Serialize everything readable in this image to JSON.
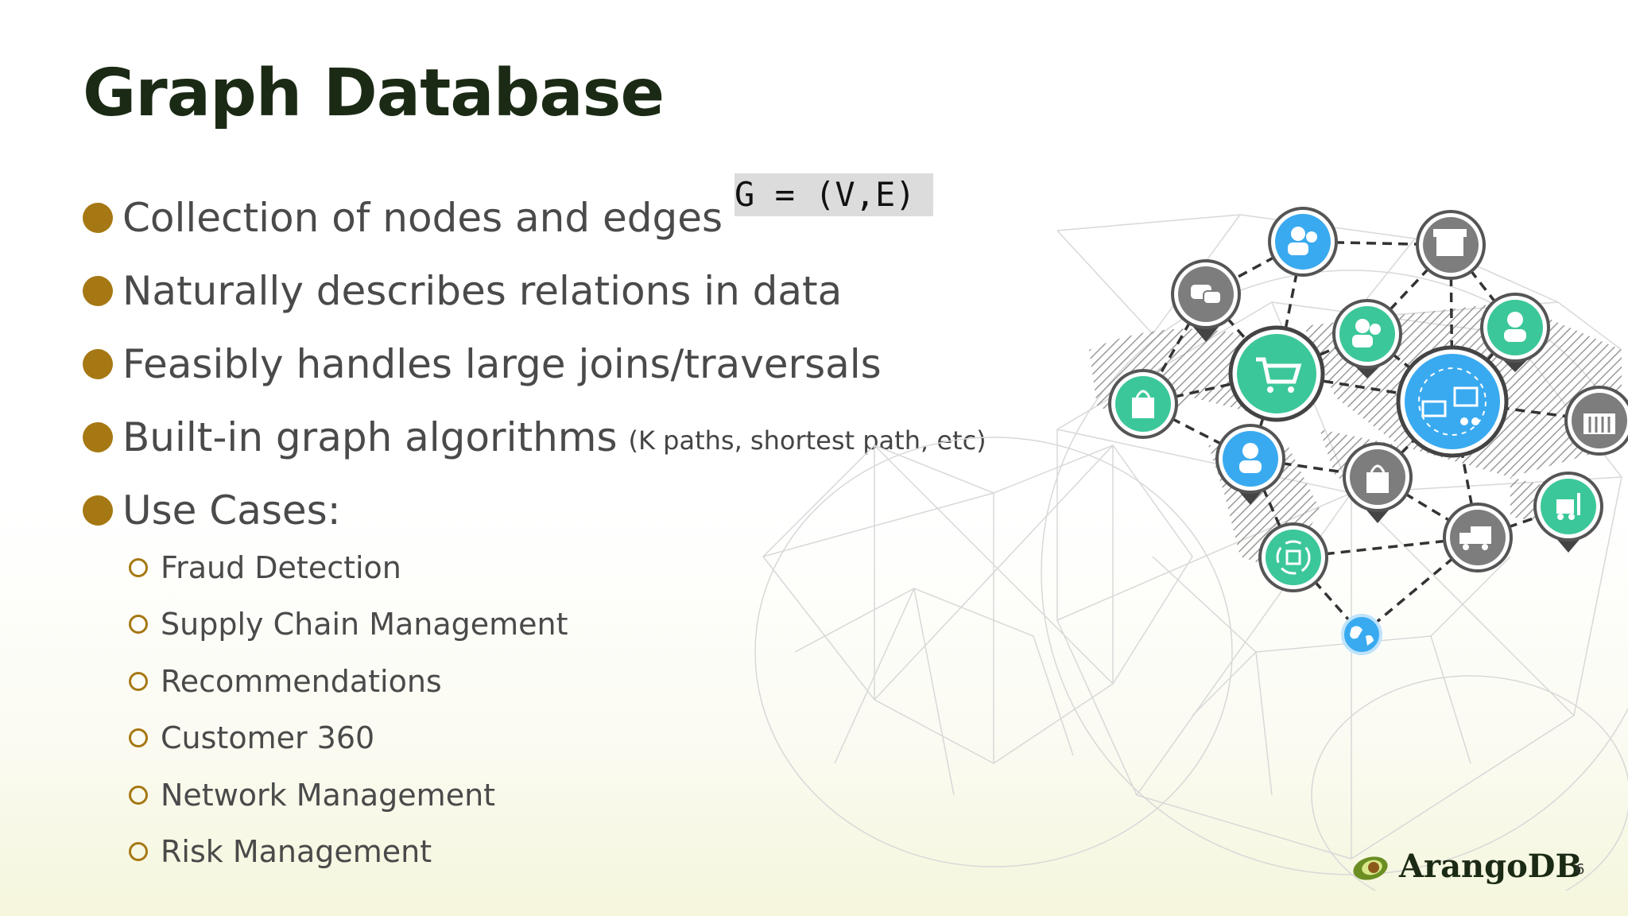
{
  "slide": {
    "title": "Graph Database",
    "formula": "G = (V,E)",
    "bullets": [
      {
        "text": "Collection of nodes and edges",
        "note": ""
      },
      {
        "text": "Naturally describes relations in data",
        "note": ""
      },
      {
        "text": "Feasibly handles large joins/traversals",
        "note": ""
      },
      {
        "text": "Built-in graph algorithms",
        "note": "(K paths, shortest path, etc)"
      },
      {
        "text": "Use Cases:",
        "note": ""
      }
    ],
    "use_cases": [
      "Fraud Detection",
      "Supply Chain Management",
      "Recommendations",
      "Customer 360",
      "Network Management",
      "Risk Management"
    ],
    "logo_text": "ArangoDB",
    "page_number": "6"
  },
  "colors": {
    "title": "#1b2a14",
    "bullet": "#a67813",
    "text": "#4a4a4a",
    "node_green": "#3cc79a",
    "node_blue": "#3aaaf0",
    "node_gray": "#7d7d7d"
  },
  "icons": [
    "people-icon",
    "store-icon",
    "chat-icon",
    "cart-icon",
    "person-icon",
    "logistics-icon",
    "bag-icon",
    "warehouse-icon",
    "forklift-icon",
    "truck-icon",
    "box-cycle-icon",
    "globe-icon",
    "avocado-logo-icon"
  ]
}
